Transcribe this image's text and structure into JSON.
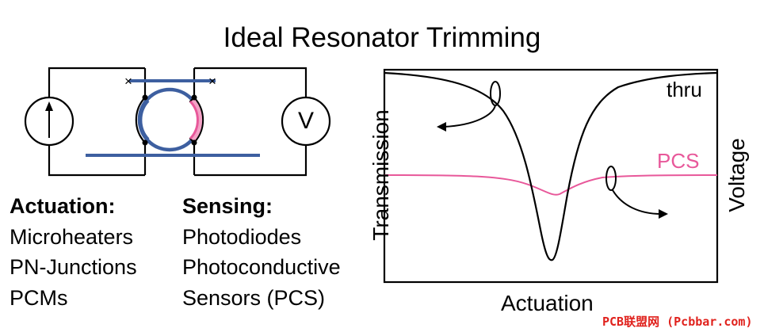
{
  "title": "Ideal Resonator Trimming",
  "actuation": {
    "heading": "Actuation:",
    "items": [
      "Microheaters",
      "PN-Junctions",
      "PCMs"
    ]
  },
  "sensing": {
    "heading": "Sensing:",
    "items": [
      "Photodiodes",
      "Photoconductive",
      "Sensors (PCS)"
    ]
  },
  "circuit": {
    "voltmeter_symbol": "V"
  },
  "plot": {
    "xlabel": "Actuation",
    "ylabel_left": "Transmission",
    "ylabel_right": "Voltage",
    "thru_label": "thru",
    "pcs_label": "PCS"
  },
  "colors": {
    "waveguide": "#3d5fa0",
    "pcs": "#e8589a",
    "pcs_fill": "#f3a2c6"
  },
  "watermark": "PCB联盟网 (Pcbbar.com)"
}
